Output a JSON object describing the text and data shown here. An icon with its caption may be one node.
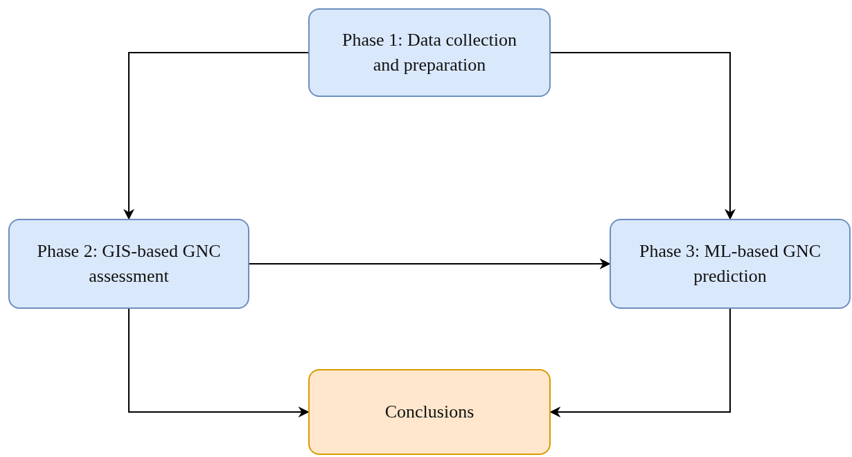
{
  "diagram": {
    "nodes": [
      {
        "text": [
          "Phase 1: Data collection and preparation"
        ]
      },
      {
        "text": [
          "Phase 2: GIS-based GNC assessment"
        ]
      },
      {
        "text": [
          "Phase 3: ML-based GNC prediction"
        ]
      },
      {
        "text": [
          "Conclusions"
        ]
      }
    ],
    "edges": [
      {
        "from": 0,
        "to": 1,
        "arrow": "to"
      },
      {
        "from": 0,
        "to": 2,
        "arrow": "to"
      },
      {
        "from": 1,
        "to": 2,
        "arrow": "to"
      },
      {
        "from": 1,
        "to": 3,
        "arrow": "to"
      },
      {
        "from": 2,
        "to": 3,
        "arrow": "to"
      }
    ]
  }
}
